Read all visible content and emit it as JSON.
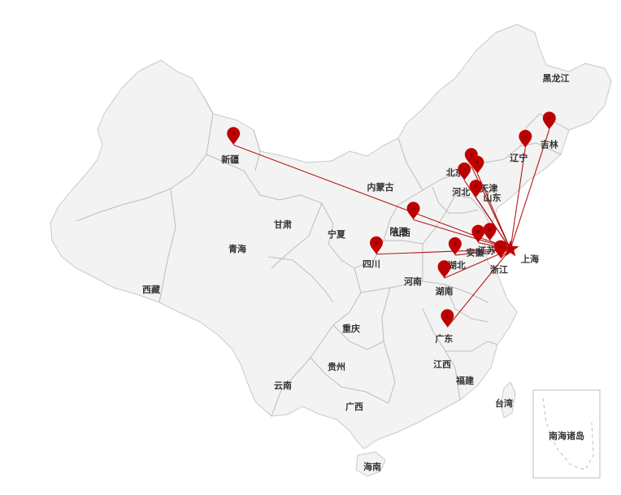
{
  "colors": {
    "land": "#f3f3f3",
    "border": "#c9c9c9",
    "flow": "#a80000",
    "pin": "#c00000",
    "target": "#c00000"
  },
  "map_data": {
    "type": "flow-map",
    "target": {
      "name": "上海",
      "lon": 121.47,
      "lat": 31.23
    },
    "sources": [
      {
        "name": "新疆",
        "lon": 85.6,
        "lat": 42.1
      },
      {
        "name": "吉林",
        "lon": 126.5,
        "lat": 43.7
      },
      {
        "name": "辽宁",
        "lon": 123.4,
        "lat": 41.8
      },
      {
        "name": "北京",
        "lon": 116.4,
        "lat": 39.9
      },
      {
        "name": "天津",
        "lon": 117.2,
        "lat": 39.1
      },
      {
        "name": "河北",
        "lon": 115.5,
        "lat": 38.4
      },
      {
        "name": "山东",
        "lon": 117.0,
        "lat": 36.6
      },
      {
        "name": "陕西",
        "lon": 108.9,
        "lat": 34.3
      },
      {
        "name": "江苏",
        "lon": 118.8,
        "lat": 32.1
      },
      {
        "name": "安徽",
        "lon": 117.3,
        "lat": 31.9
      },
      {
        "name": "湖北",
        "lon": 114.3,
        "lat": 30.6
      },
      {
        "name": "四川",
        "lon": 104.1,
        "lat": 30.7
      },
      {
        "name": "浙江",
        "lon": 120.2,
        "lat": 30.3
      },
      {
        "name": "湖南",
        "lon": 112.9,
        "lat": 28.2
      },
      {
        "name": "广东",
        "lon": 113.3,
        "lat": 23.1
      }
    ],
    "province_labels": [
      "黑龙江",
      "内蒙古",
      "甘肃",
      "宁夏",
      "山西",
      "青海",
      "西藏",
      "河南",
      "重庆",
      "贵州",
      "云南",
      "广西",
      "江西",
      "福建",
      "台湾",
      "海南",
      "南海诸岛"
    ]
  }
}
